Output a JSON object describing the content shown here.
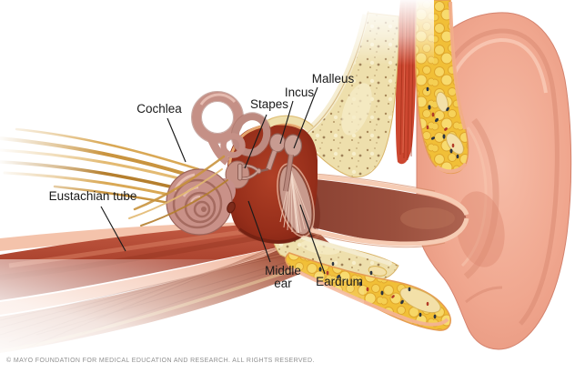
{
  "figure": "ear-anatomy-cross-section",
  "labels": {
    "cochlea": "Cochlea",
    "stapes": "Stapes",
    "incus": "Incus",
    "malleus": "Malleus",
    "eustachian_tube": "Eustachian tube",
    "middle_ear_line1": "Middle",
    "middle_ear_line2": "ear",
    "eardrum": "Eardrum"
  },
  "footer": {
    "copyright": "© MAYO FOUNDATION FOR MEDICAL EDUCATION AND RESEARCH. ALL RIGHTS RESERVED."
  },
  "palette": {
    "skin_salmon": "#f2ab93",
    "fat_yellow": "#f1bf37",
    "bone_cream": "#eedfac",
    "muscle_red": "#b44a33",
    "cavity_red": "#93301c",
    "ossicle_mauve": "#c79b91",
    "nerve_gold": "#c9943f",
    "label_text": "#1a1a1a",
    "copyright_gray": "#8f8f8f"
  }
}
